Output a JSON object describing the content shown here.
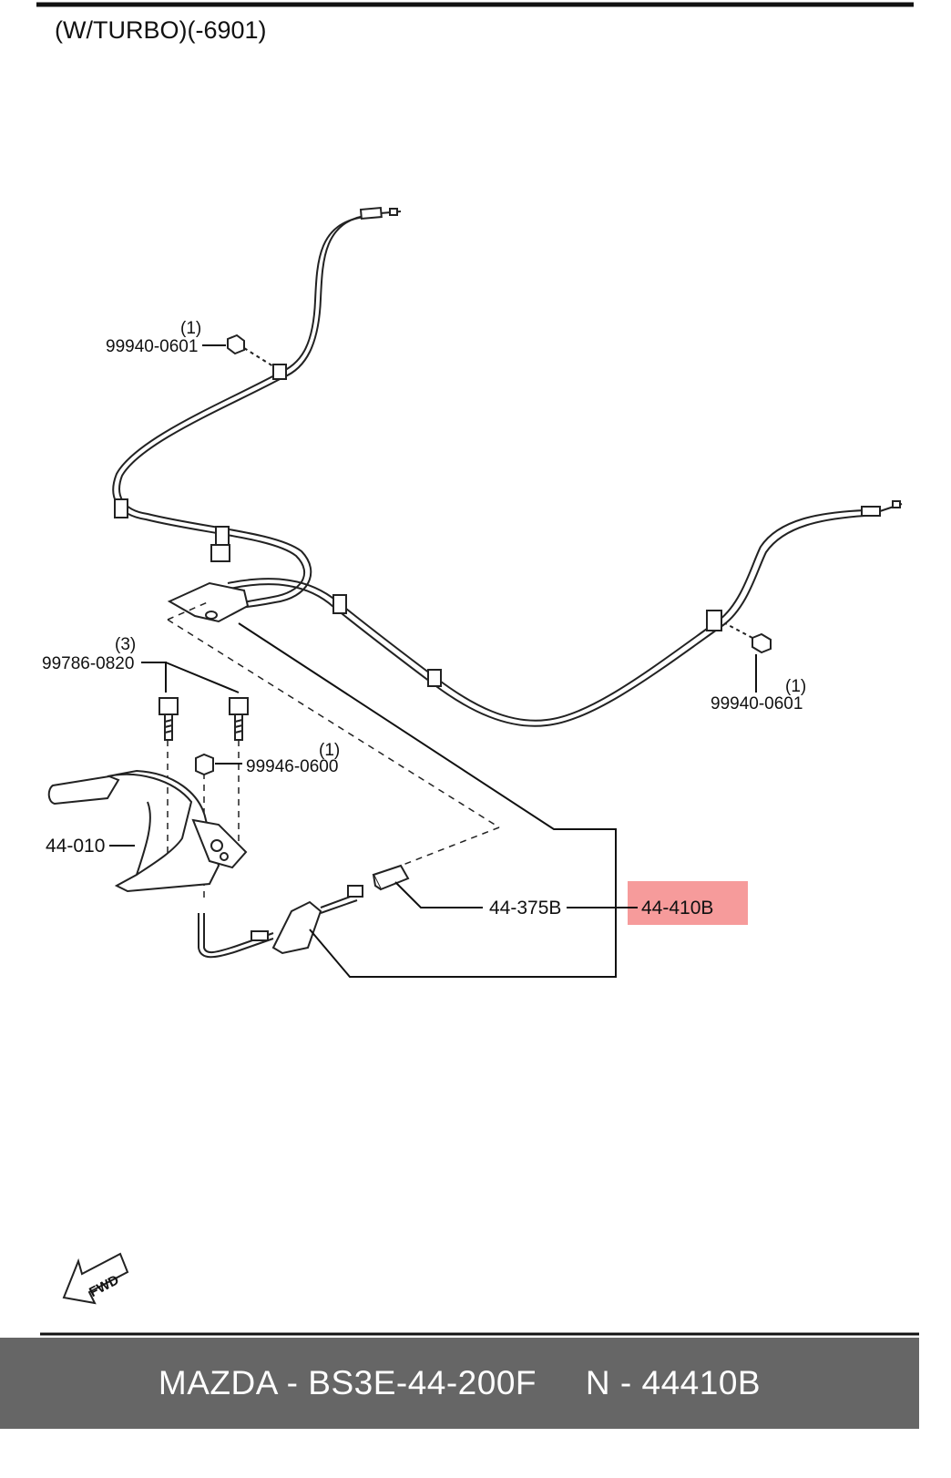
{
  "header": {
    "title": "(W/TURBO)(-6901)"
  },
  "labels": {
    "nut_upper": {
      "qty": "(1)",
      "part": "99940-0601"
    },
    "nut_lower": {
      "qty": "(1)",
      "part": "99940-0601"
    },
    "bolt": {
      "qty": "(3)",
      "part": "99786-0820"
    },
    "nut_small": {
      "qty": "(1)",
      "part": "99946-0600"
    },
    "lever": {
      "part": "44-010"
    },
    "adjuster": {
      "part": "44-375B"
    },
    "cable": {
      "part": "44-410B"
    },
    "fwd": "FWD"
  },
  "highlight": {
    "color": "#f58a8a",
    "target": "44-410B"
  },
  "footer": {
    "text": "MAZDA - BS3E-44-200F     N - 44410B"
  }
}
